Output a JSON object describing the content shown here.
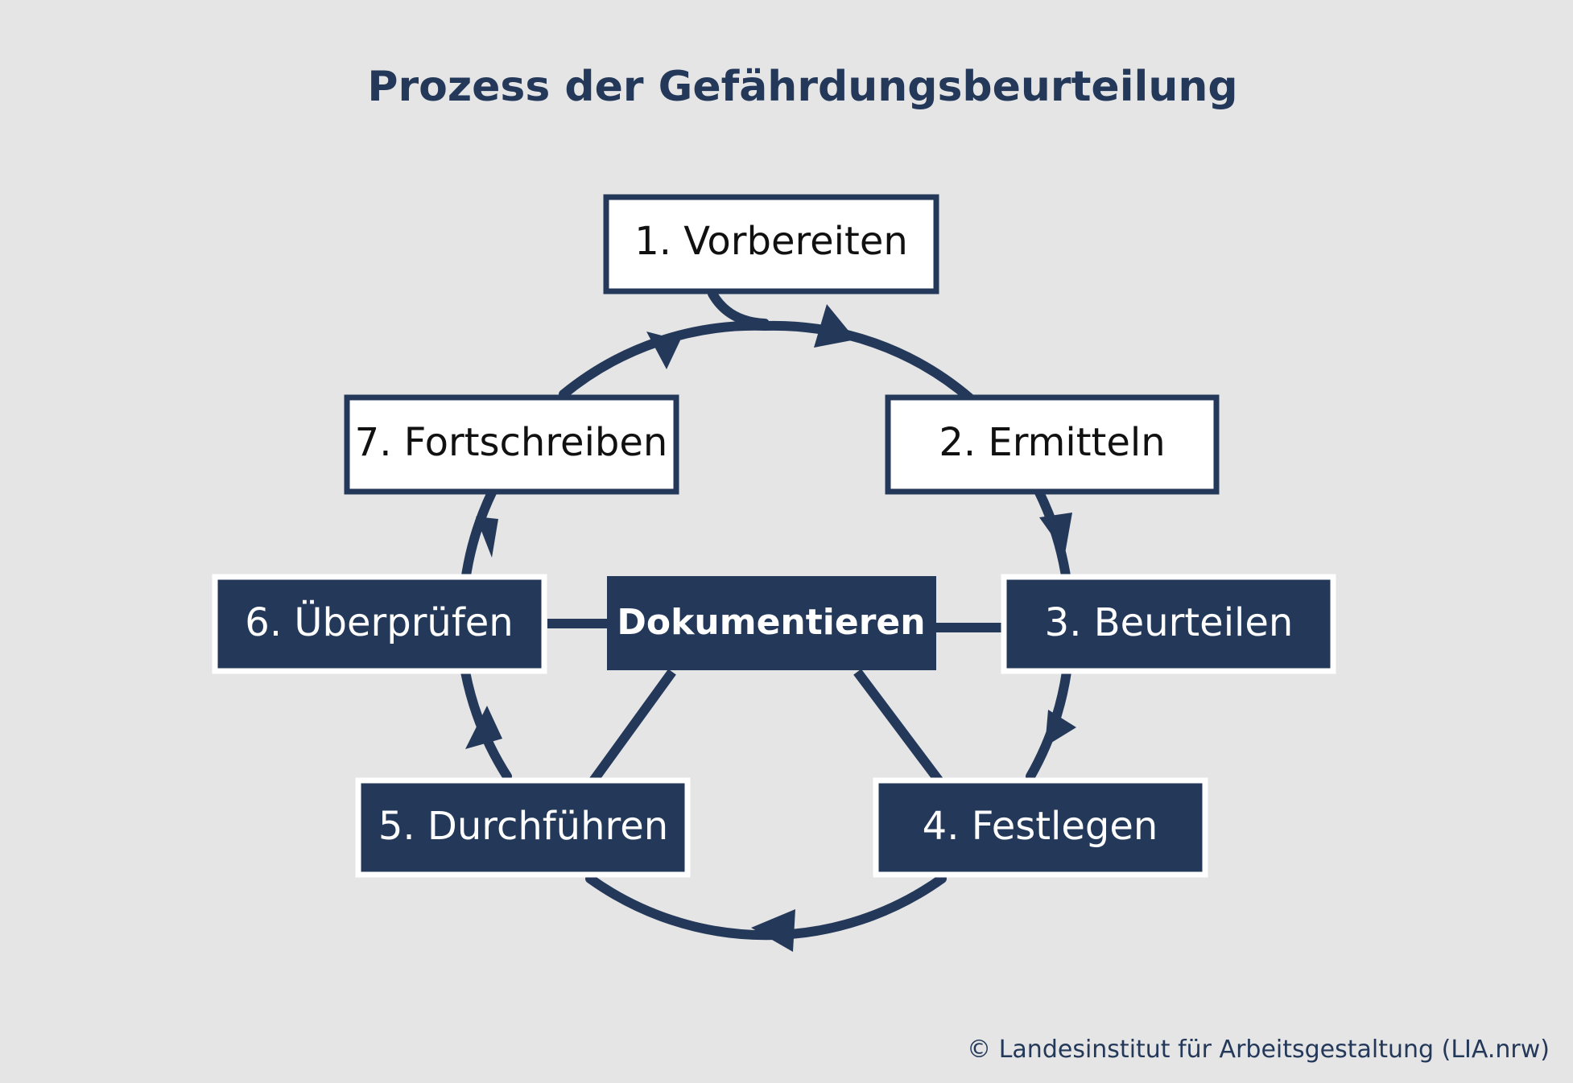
{
  "title": "Prozess der Gefährdungsbeurteilung",
  "colors": {
    "navy": "#24395a",
    "background": "#e5e5e5",
    "box_light": "#ffffff",
    "box_dark_text": "#ffffff"
  },
  "nodes": {
    "step1": "1. Vorbereiten",
    "step2": "2. Ermitteln",
    "step3": "3. Beurteilen",
    "step4": "4. Festlegen",
    "step5": "5. Durchführen",
    "step6": "6. Überprüfen",
    "step7": "7. Fortschreiben",
    "center": "Dokumentieren"
  },
  "copyright": "© Landesinstitut für Arbeitsgestaltung (LIA.nrw)"
}
